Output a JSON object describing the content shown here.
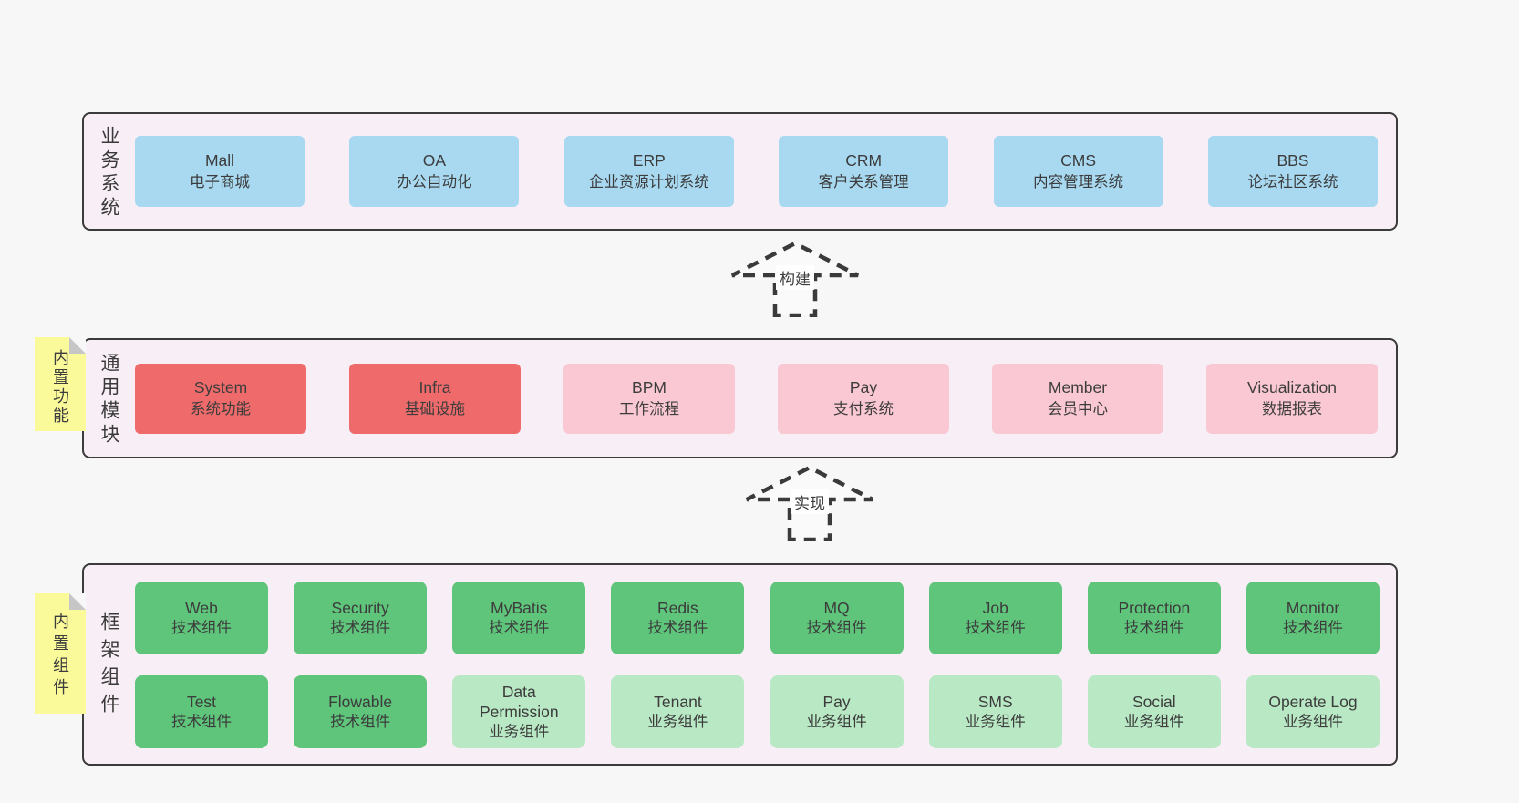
{
  "colors": {
    "page_background": "#f7f7f7",
    "layer_background": "#f8eef6",
    "layer_border": "#3b3b3b",
    "business_box": "#a8d9f1",
    "core_module_box": "#ef6b6b",
    "optional_module_box": "#f9c8d2",
    "tech_component_box": "#5ec57b",
    "biz_component_box": "#b9e8c4",
    "sticky_note": "#fafa9b"
  },
  "arrows": [
    {
      "label": "构建"
    },
    {
      "label": "实现"
    }
  ],
  "layers": {
    "business": {
      "label": "业务系统",
      "boxes": [
        {
          "title": "Mall",
          "subtitle": "电子商城",
          "variant": "blue"
        },
        {
          "title": "OA",
          "subtitle": "办公自动化",
          "variant": "blue"
        },
        {
          "title": "ERP",
          "subtitle": "企业资源计划系统",
          "variant": "blue"
        },
        {
          "title": "CRM",
          "subtitle": "客户关系管理",
          "variant": "blue"
        },
        {
          "title": "CMS",
          "subtitle": "内容管理系统",
          "variant": "blue"
        },
        {
          "title": "BBS",
          "subtitle": "论坛社区系统",
          "variant": "blue"
        }
      ]
    },
    "modules": {
      "label": "通用模块",
      "note": "内置功能",
      "boxes": [
        {
          "title": "System",
          "subtitle": "系统功能",
          "variant": "red"
        },
        {
          "title": "Infra",
          "subtitle": "基础设施",
          "variant": "red"
        },
        {
          "title": "BPM",
          "subtitle": "工作流程",
          "variant": "pink"
        },
        {
          "title": "Pay",
          "subtitle": "支付系统",
          "variant": "pink"
        },
        {
          "title": "Member",
          "subtitle": "会员中心",
          "variant": "pink"
        },
        {
          "title": "Visualization",
          "subtitle": "数据报表",
          "variant": "pink"
        }
      ]
    },
    "framework": {
      "label": "框架组件",
      "note": "内置组件",
      "rows": [
        [
          {
            "title": "Web",
            "subtitle": "技术组件",
            "variant": "green"
          },
          {
            "title": "Security",
            "subtitle": "技术组件",
            "variant": "green"
          },
          {
            "title": "MyBatis",
            "subtitle": "技术组件",
            "variant": "green"
          },
          {
            "title": "Redis",
            "subtitle": "技术组件",
            "variant": "green"
          },
          {
            "title": "MQ",
            "subtitle": "技术组件",
            "variant": "green"
          },
          {
            "title": "Job",
            "subtitle": "技术组件",
            "variant": "green"
          },
          {
            "title": "Protection",
            "subtitle": "技术组件",
            "variant": "green"
          },
          {
            "title": "Monitor",
            "subtitle": "技术组件",
            "variant": "green"
          }
        ],
        [
          {
            "title": "Test",
            "subtitle": "技术组件",
            "variant": "green"
          },
          {
            "title": "Flowable",
            "subtitle": "技术组件",
            "variant": "green"
          },
          {
            "title": "Data Permission",
            "subtitle": "业务组件",
            "variant": "lightgreen"
          },
          {
            "title": "Tenant",
            "subtitle": "业务组件",
            "variant": "lightgreen"
          },
          {
            "title": "Pay",
            "subtitle": "业务组件",
            "variant": "lightgreen"
          },
          {
            "title": "SMS",
            "subtitle": "业务组件",
            "variant": "lightgreen"
          },
          {
            "title": "Social",
            "subtitle": "业务组件",
            "variant": "lightgreen"
          },
          {
            "title": "Operate Log",
            "subtitle": "业务组件",
            "variant": "lightgreen"
          }
        ]
      ]
    }
  }
}
